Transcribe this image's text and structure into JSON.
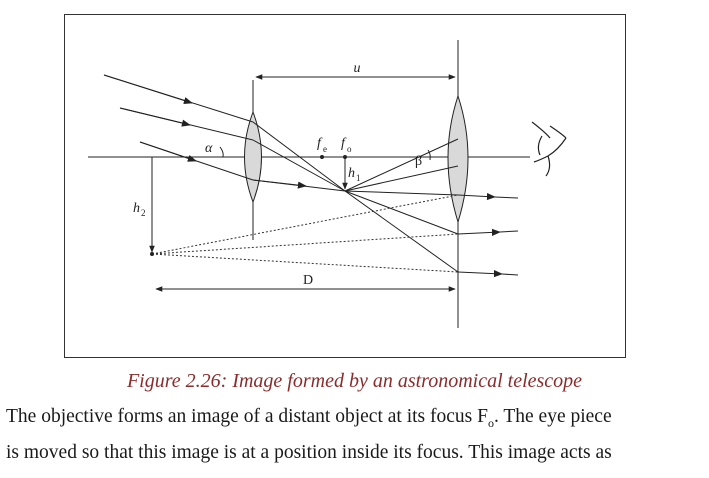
{
  "diagram": {
    "labels": {
      "u": "u",
      "D": "D",
      "alpha": "α",
      "beta": "β",
      "fe_main": "f",
      "fe_sub": "e",
      "fo_main": "f",
      "fo_sub": "o",
      "h1_main": "h",
      "h1_sub": "1",
      "h2_main": "h",
      "h2_sub": "2"
    },
    "icons": {
      "eye": "eye-icon"
    }
  },
  "caption": "Figure 2.26: Image formed by an astronomical telescope",
  "paragraph": {
    "line1_pre": "The objective forms an  image of a distant object at its focus F",
    "line1_sub": "o",
    "line1_post": ".  The eye piece",
    "line2": "is moved so that this image is at a position inside its focus.  This image acts as"
  }
}
